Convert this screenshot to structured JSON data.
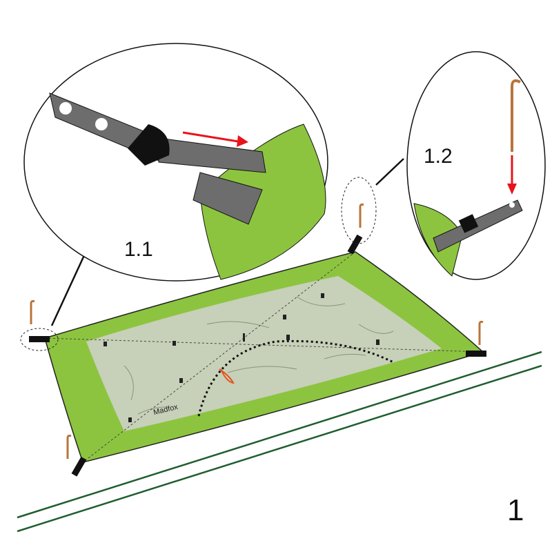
{
  "labels": {
    "detail_1": "1.1",
    "detail_2": "1.2",
    "step": "1"
  },
  "logo": "Madfox",
  "colors": {
    "tarp": "#8cc43f",
    "inner": "#c7d0b8",
    "arrow": "#e8141c",
    "peg": "#b8743a",
    "ground": "#1f5e2f",
    "strap": "#6d6d6d"
  }
}
